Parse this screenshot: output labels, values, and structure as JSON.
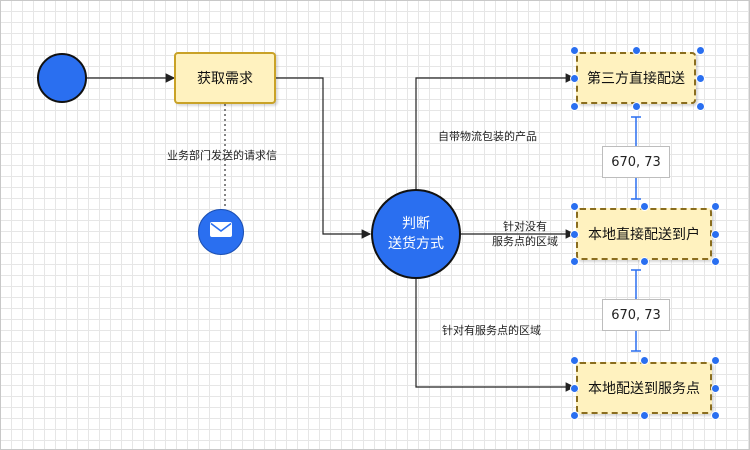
{
  "nodes": {
    "request": "获取需求",
    "gateway_line1": "判断",
    "gateway_line2": "送货方式",
    "third_party": "第三方直接配送",
    "local_home": "本地直接配送到户",
    "local_service": "本地配送到服务点"
  },
  "labels": {
    "dept_letter": "业务部门发送的请求信",
    "own_logistics": "自带物流包装的产品",
    "no_service_1": "针对没有",
    "no_service_2": "服务点的区域",
    "has_service": "针对有服务点的区域"
  },
  "coords": {
    "top": "670, 73",
    "bottom": "670, 73"
  },
  "icons": {
    "message": "envelope-icon"
  },
  "colors": {
    "accent": "#2a6ff0",
    "task_fill": "#fff2bf",
    "task_border": "#c9a227"
  }
}
